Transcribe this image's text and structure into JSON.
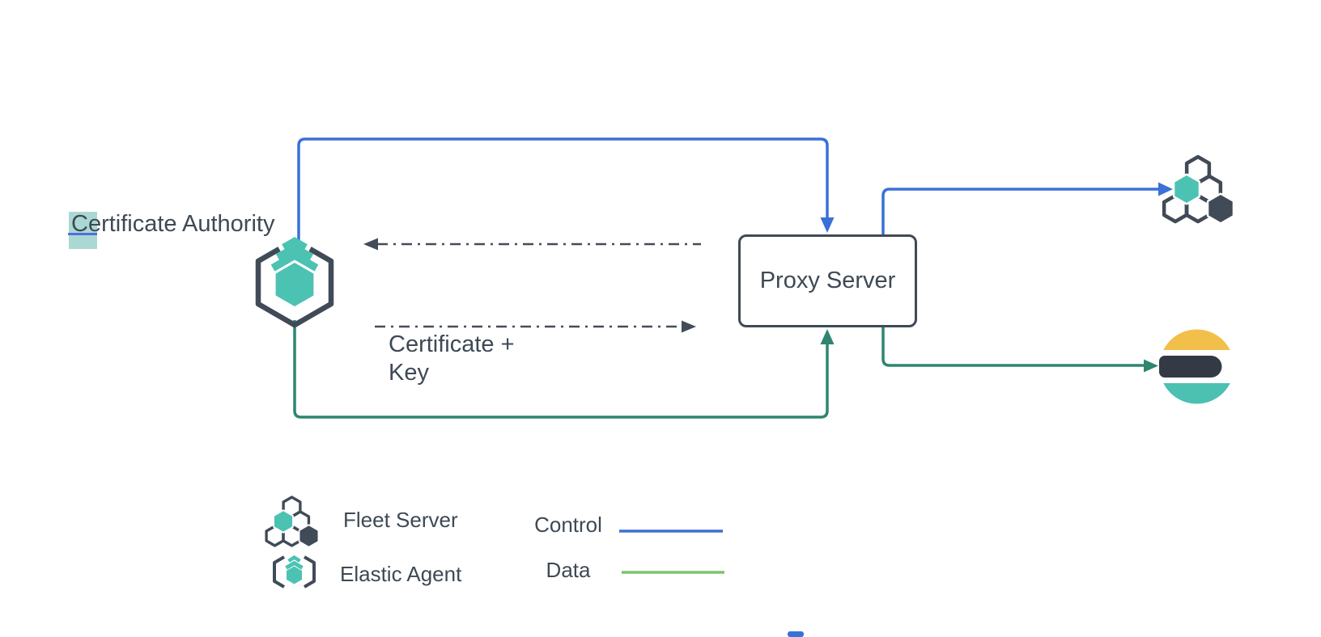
{
  "app": {
    "type": "architecture-diagram",
    "background": "#ffffff"
  },
  "nodes": {
    "certificate_authority_label": "Certificate Authority",
    "proxy_server_label": "Proxy Server",
    "certificate_key_label": "Certificate +\nKey",
    "fleet_server_icon": "fleet-server-icon",
    "elastic_agent_icon": "elastic-agent-icon",
    "elasticsearch_icon": "elasticsearch-logo"
  },
  "edges": [
    {
      "from": "elastic-agent",
      "to": "proxy-server",
      "type": "control",
      "style": "solid",
      "color": "#3b70d8"
    },
    {
      "from": "proxy-server",
      "to": "fleet-server",
      "type": "control",
      "style": "solid",
      "color": "#3b70d8"
    },
    {
      "from": "elastic-agent",
      "to": "proxy-server",
      "type": "data",
      "style": "solid",
      "color": "#2f8570"
    },
    {
      "from": "proxy-server",
      "to": "elasticsearch",
      "type": "data",
      "style": "solid",
      "color": "#2f8570"
    },
    {
      "from": "proxy-server",
      "to": "elastic-agent",
      "type": "certificate-request",
      "style": "dash-dot",
      "color": "#434c59"
    },
    {
      "from": "elastic-agent",
      "to": "proxy-server",
      "type": "certificate-key",
      "style": "dash-dot",
      "color": "#434c59",
      "label": "Certificate +\nKey"
    }
  ],
  "legend": {
    "items": [
      {
        "icon": "fleet-server-icon",
        "label": "Fleet Server"
      },
      {
        "icon": "elastic-agent-icon",
        "label": "Elastic Agent"
      }
    ],
    "lines": [
      {
        "label": "Control",
        "color": "#3b70d8"
      },
      {
        "label": "Data",
        "color": "#7cc36e"
      }
    ]
  },
  "selection": {
    "selected_text": "C",
    "highlight_color": "#abd8d2",
    "caret_underline_color": "#4d6fe3"
  },
  "colors": {
    "control_blue": "#3b70d8",
    "data_green_dark": "#2f8570",
    "legend_data_green": "#7cc36e",
    "teal": "#4cc2b3",
    "dark_slate": "#414b57",
    "text": "#3e4955",
    "dash_gray": "#434c59",
    "elasticsearch_yellow": "#f2c04a",
    "elasticsearch_dark": "#333a44",
    "elasticsearch_teal": "#4cc0b1"
  }
}
